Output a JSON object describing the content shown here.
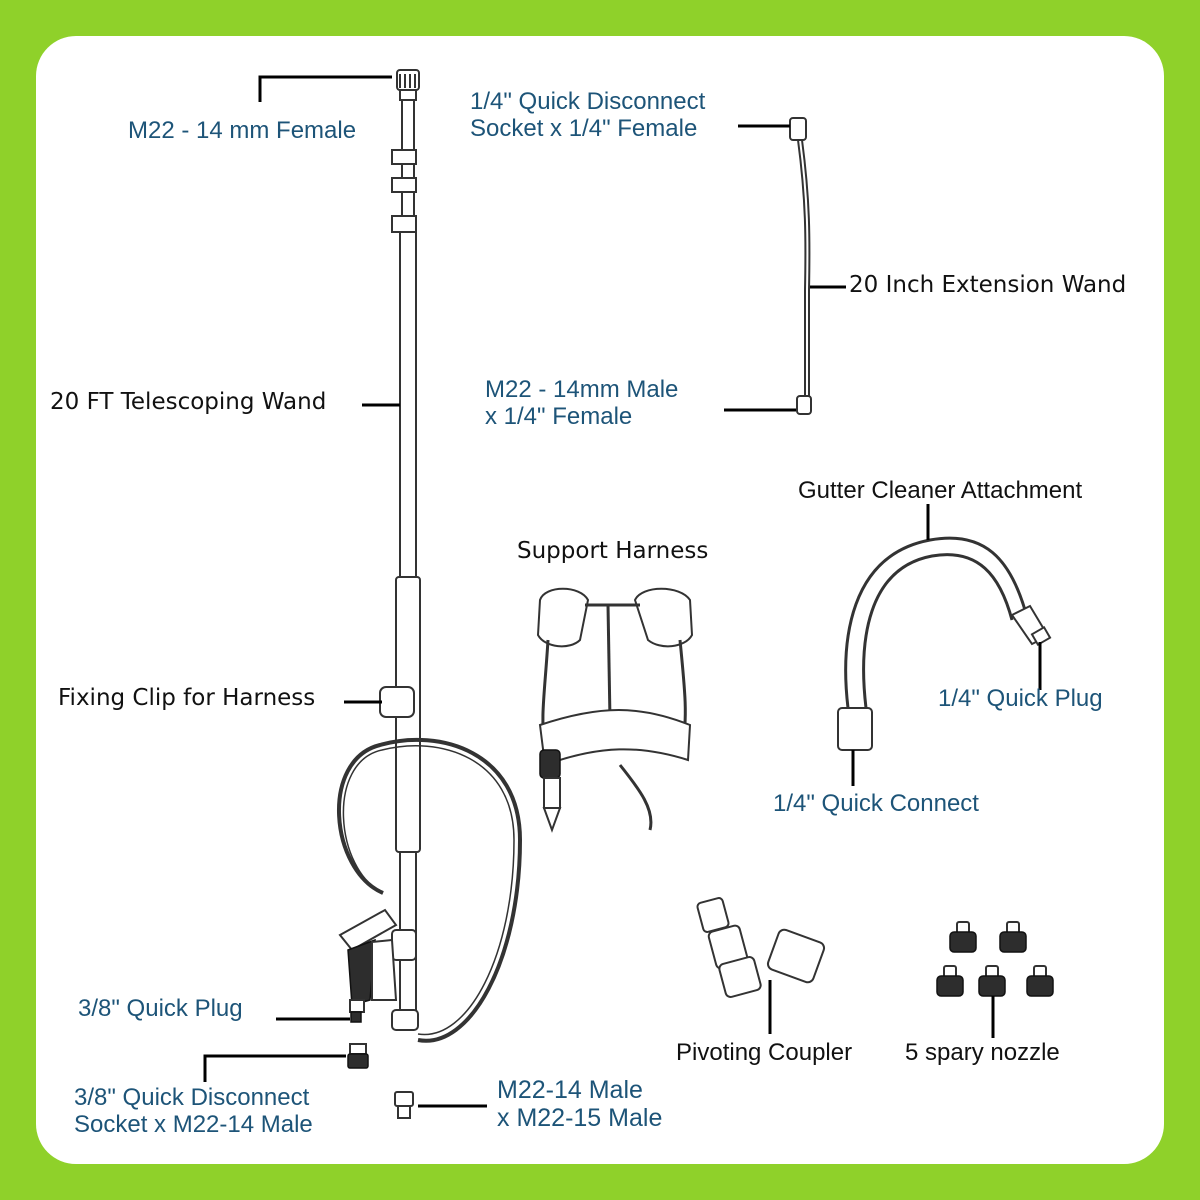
{
  "colors": {
    "background": "#8fd12a",
    "card": "#ffffff",
    "label_blue": "#1d5478",
    "label_black": "#111111"
  },
  "labels": {
    "m22_female": "M22 - 14 mm Female",
    "telescoping_wand": "20 FT Telescoping Wand",
    "fixing_clip": "Fixing Clip for Harness",
    "quick_plug_38": "3/8\" Quick Plug",
    "socket_38_line1": "3/8\" Quick Disconnect",
    "socket_38_line2": "Socket x M22-14 Male",
    "m22_male_line1": "M22-14 Male",
    "m22_male_line2": "x M22-15 Male",
    "socket_14_line1": "1/4\" Quick Disconnect",
    "socket_14_line2": "Socket x 1/4\" Female",
    "extension_wand": "20 Inch Extension Wand",
    "m22_14mm_male_line1": "M22 - 14mm Male",
    "m22_14mm_male_line2": "x 1/4\" Female",
    "gutter_cleaner": "Gutter Cleaner Attachment",
    "quick_plug_14": "1/4\" Quick Plug",
    "quick_connect_14": "1/4\" Quick Connect",
    "support_harness": "Support Harness",
    "pivoting_coupler": "Pivoting Coupler",
    "nozzles": "5 spary nozzle"
  }
}
